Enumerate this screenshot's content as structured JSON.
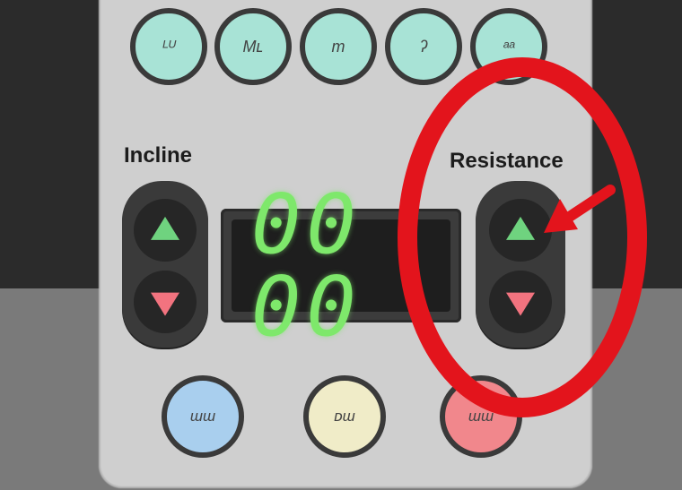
{
  "top_buttons": [
    "ᴸᵁ",
    "Mʟ",
    "m",
    "ʔ",
    "ᵃᵃ"
  ],
  "incline": {
    "label": "Incline"
  },
  "resistance": {
    "label": "Resistance"
  },
  "display": {
    "value": "00 00"
  },
  "bottom_buttons": [
    "ɯɯ",
    "ᴅɯ",
    "ɯɯ"
  ],
  "colors": {
    "teal": "#a8e3d6",
    "blue": "#a9cfee",
    "cream": "#f0ecc8",
    "pink": "#f1878c",
    "up_arrow": "#6fd37f",
    "down_arrow": "#f2737f",
    "display_digits": "#7ee86b",
    "annotation": "#e3141c"
  }
}
